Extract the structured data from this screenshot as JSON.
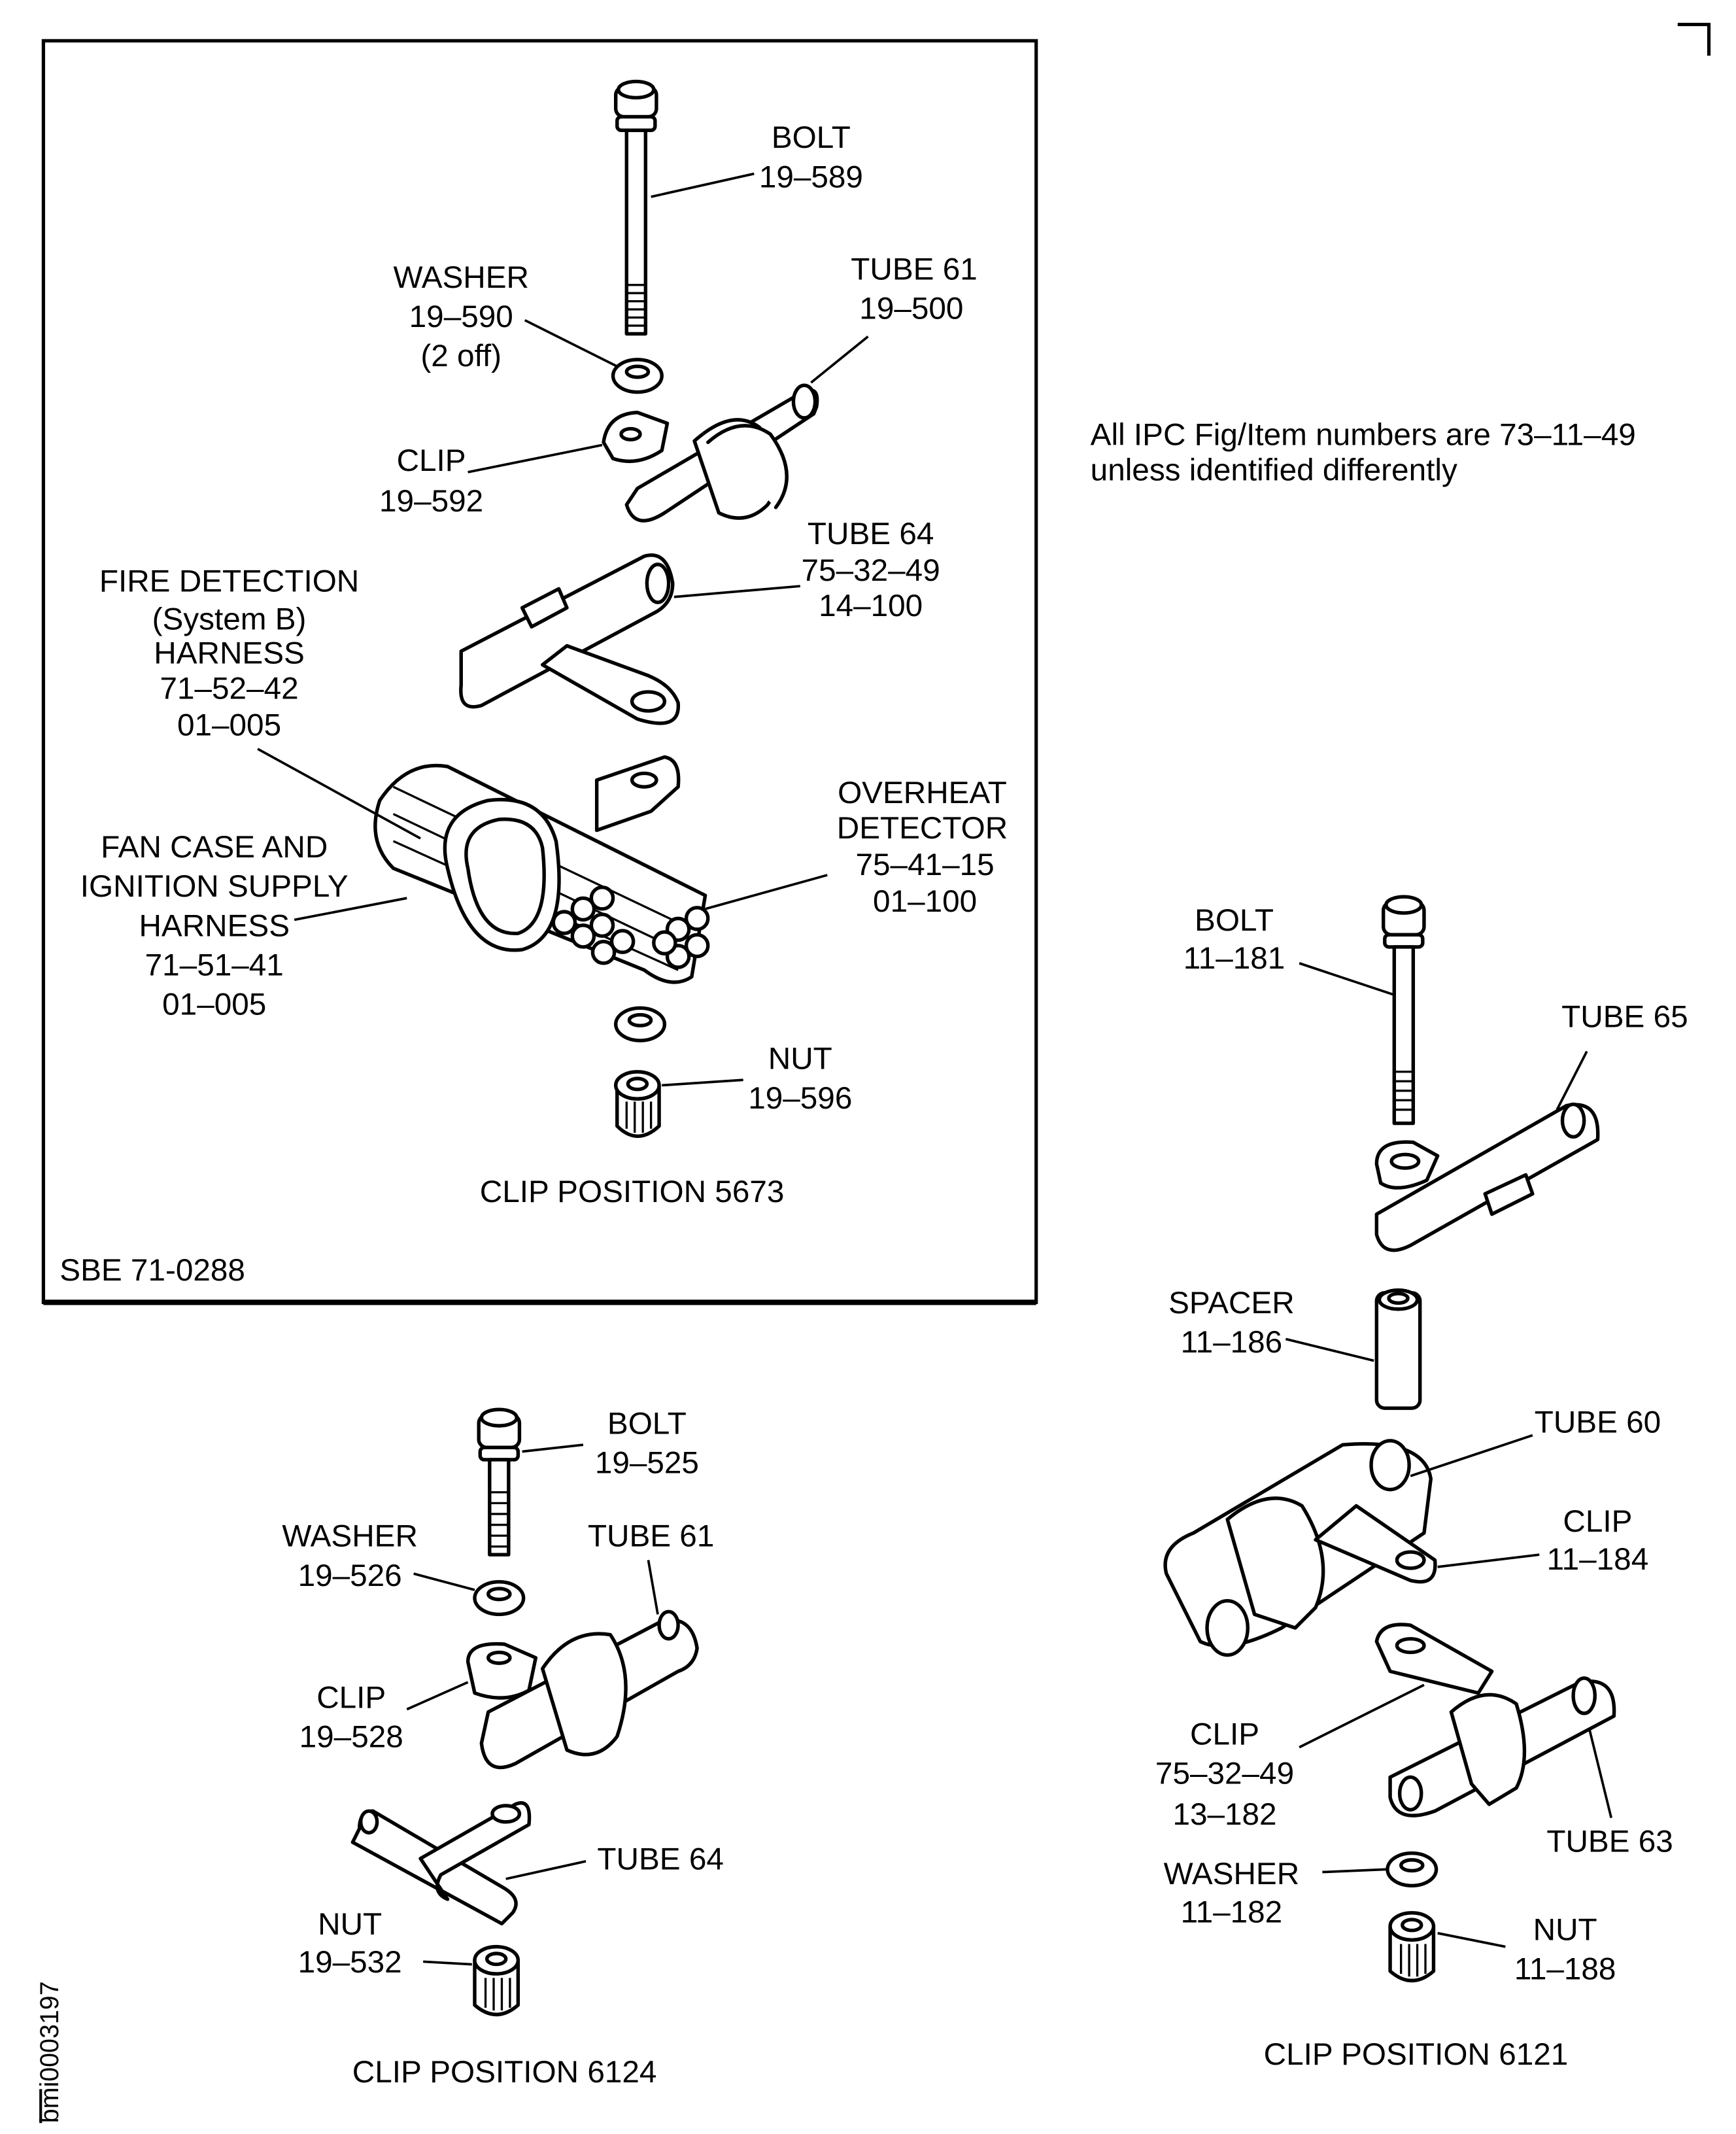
{
  "document": {
    "note": [
      "All IPC Fig/Item numbers are 73–11–49",
      "unless identified differently"
    ],
    "figure_id": "bmi0003197",
    "colors": {
      "ink": "#000000",
      "paper": "#ffffff"
    }
  },
  "inset": {
    "reference": "SBE 71‐0288",
    "title": "CLIP POSITION 5673",
    "labels": {
      "bolt": [
        "BOLT",
        "19–589"
      ],
      "washer": [
        "WASHER",
        "19–590",
        "(2 off)"
      ],
      "tube61": [
        "TUBE 61",
        "19–500"
      ],
      "clip": [
        "CLIP",
        "19–592"
      ],
      "tube64": [
        "TUBE 64",
        "75–32–49",
        "14–100"
      ],
      "fire_harness": [
        "FIRE DETECTION",
        "(System B)",
        "HARNESS",
        "71–52–42",
        "01–005"
      ],
      "fan_harness": [
        "FAN CASE AND",
        "IGNITION SUPPLY",
        "HARNESS",
        "71–51–41",
        "01–005"
      ],
      "overheat": [
        "OVERHEAT",
        "DETECTOR",
        "75–41–15",
        "01–100"
      ],
      "nut": [
        "NUT",
        "19–596"
      ]
    }
  },
  "clip6124": {
    "title": "CLIP POSITION 6124",
    "labels": {
      "bolt": [
        "BOLT",
        "19–525"
      ],
      "washer": [
        "WASHER",
        "19–526"
      ],
      "tube61": [
        "TUBE 61"
      ],
      "clip": [
        "CLIP",
        "19–528"
      ],
      "tube64": [
        "TUBE 64"
      ],
      "nut": [
        "NUT",
        "19–532"
      ]
    }
  },
  "clip6121": {
    "title": "CLIP POSITION 6121",
    "labels": {
      "bolt": [
        "BOLT",
        "11–181"
      ],
      "tube65": [
        "TUBE 65"
      ],
      "spacer": [
        "SPACER",
        "11–186"
      ],
      "tube60": [
        "TUBE 60"
      ],
      "clip184": [
        "CLIP",
        "11–184"
      ],
      "clip182": [
        "CLIP",
        "75–32–49",
        "13–182"
      ],
      "tube63": [
        "TUBE 63"
      ],
      "washer": [
        "WASHER",
        "11–182"
      ],
      "nut": [
        "NUT",
        "11–188"
      ]
    }
  }
}
